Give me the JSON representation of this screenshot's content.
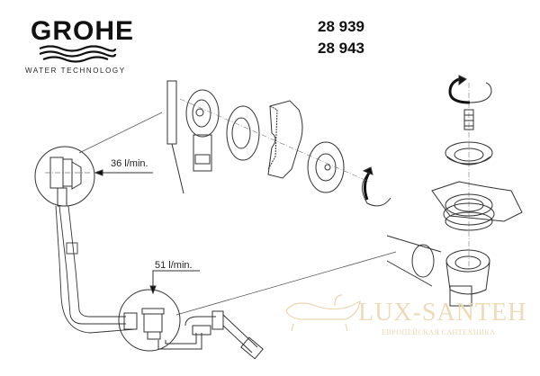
{
  "brand": {
    "name": "GROHE",
    "tagline": "WATER TECHNOLOGY"
  },
  "models": [
    "28 939",
    "28 943"
  ],
  "callouts": {
    "overflow_flow": "36 l/min.",
    "drain_flow": "51 l/min."
  },
  "watermark": {
    "name": "LUX-SANTEH",
    "subtitle": "ЕВРОПЕЙСКАЯ САНТЕХНИКА",
    "color": "#ecd6b0"
  },
  "diagram": {
    "type": "exploded-view",
    "parts": [
      "overflow-assembly",
      "overflow-gasket",
      "bath-wall-section",
      "overflow-cover",
      "drain-strainer-screw",
      "drain-strainer",
      "drain-flange",
      "drain-body",
      "trap",
      "outlet-pipe",
      "cable-connector"
    ],
    "rotation_arrows": 2,
    "line_color": "#333333"
  }
}
